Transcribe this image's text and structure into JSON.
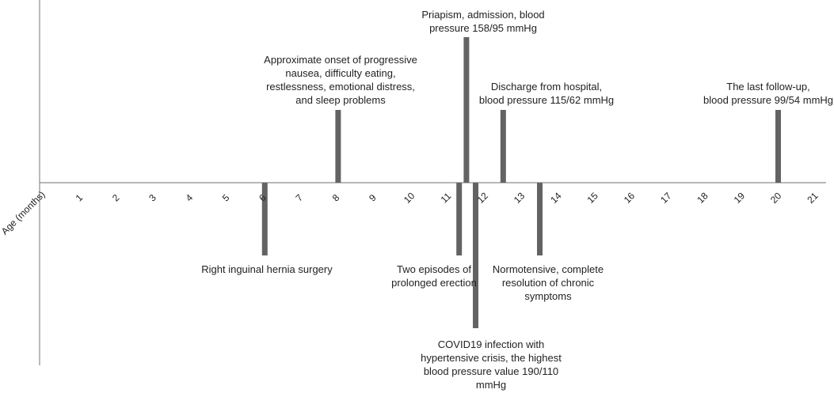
{
  "chart_data": {
    "type": "timeline",
    "axis_title": "Age (months)",
    "ticks": [
      "1",
      "2",
      "3",
      "4",
      "5",
      "6",
      "7",
      "8",
      "9",
      "10",
      "11",
      "12",
      "13",
      "14",
      "15",
      "16",
      "17",
      "18",
      "19",
      "20",
      "21"
    ],
    "events": [
      {
        "age": 6,
        "side": "below",
        "height": 1.0,
        "text": "Right inguinal hernia surgery"
      },
      {
        "age": 8,
        "side": "above",
        "height": 1.0,
        "text": "Approximate onset of progressive\nnausea, difficulty eating,\nrestlessness, emotional distress,\nand sleep problems"
      },
      {
        "age": 11.3,
        "side": "below",
        "height": 1.0,
        "text": "Two episodes of\nprolonged erection"
      },
      {
        "age": 11.5,
        "side": "above",
        "height": 2.0,
        "text": "Priapism, admission, blood\npressure 158/95 mmHg"
      },
      {
        "age": 11.75,
        "side": "below",
        "height": 2.0,
        "text": "COVID19 infection with\nhypertensive crisis, the highest\nblood pressure value 190/110\nmmHg"
      },
      {
        "age": 12.5,
        "side": "above",
        "height": 1.0,
        "text": "Discharge from hospital,\nblood pressure 115/62 mmHg"
      },
      {
        "age": 13.5,
        "side": "below",
        "height": 1.0,
        "text": "Normotensive, complete\nresolution of chronic\nsymptoms"
      },
      {
        "age": 20,
        "side": "above",
        "height": 1.0,
        "text": "The last follow-up,\nblood pressure 99/54 mmHg"
      }
    ],
    "colors": {
      "bar": "#636363",
      "axis": "#8c8c8c"
    }
  }
}
